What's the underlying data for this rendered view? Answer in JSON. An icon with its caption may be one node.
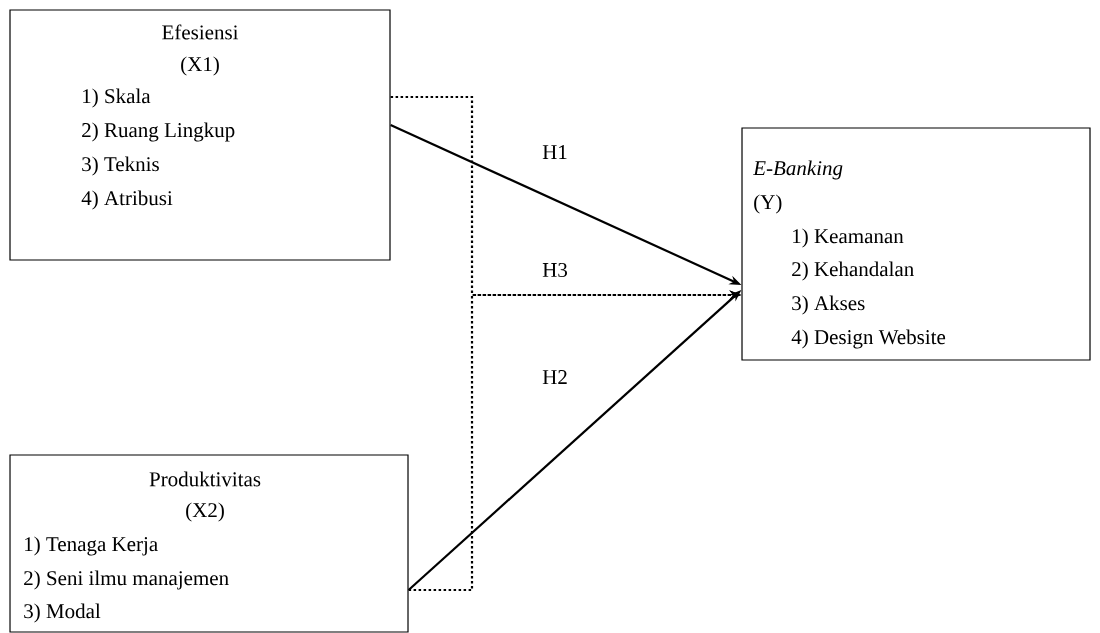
{
  "diagram": {
    "nodes": [
      {
        "text": [
          "Efesiensi",
          "(X1)",
          "1) Skala",
          "2) Ruang Lingkup",
          "3) Teknis",
          "4) Atribusi"
        ]
      },
      {
        "text": [
          "E-Banking",
          "(Y)",
          "1) Keamanan",
          "2) Kehandalan",
          "3) Akses",
          "4) Design Website"
        ]
      },
      {
        "text": [
          "Produktivitas",
          "(X2)",
          "1) Tenaga Kerja",
          "2) Seni ilmu manajemen",
          "3) Modal"
        ]
      }
    ],
    "edges": [
      {
        "from": 0,
        "to": 1,
        "arrow": "to",
        "label": "H1"
      },
      {
        "from": 2,
        "to": 1,
        "arrow": "to",
        "label": "H2"
      },
      {
        "from": 0,
        "to": 1,
        "arrow": "to",
        "label": "H3",
        "style": "dashed"
      },
      {
        "from": 2,
        "to": 1,
        "arrow": "to",
        "style": "dashed"
      }
    ]
  }
}
